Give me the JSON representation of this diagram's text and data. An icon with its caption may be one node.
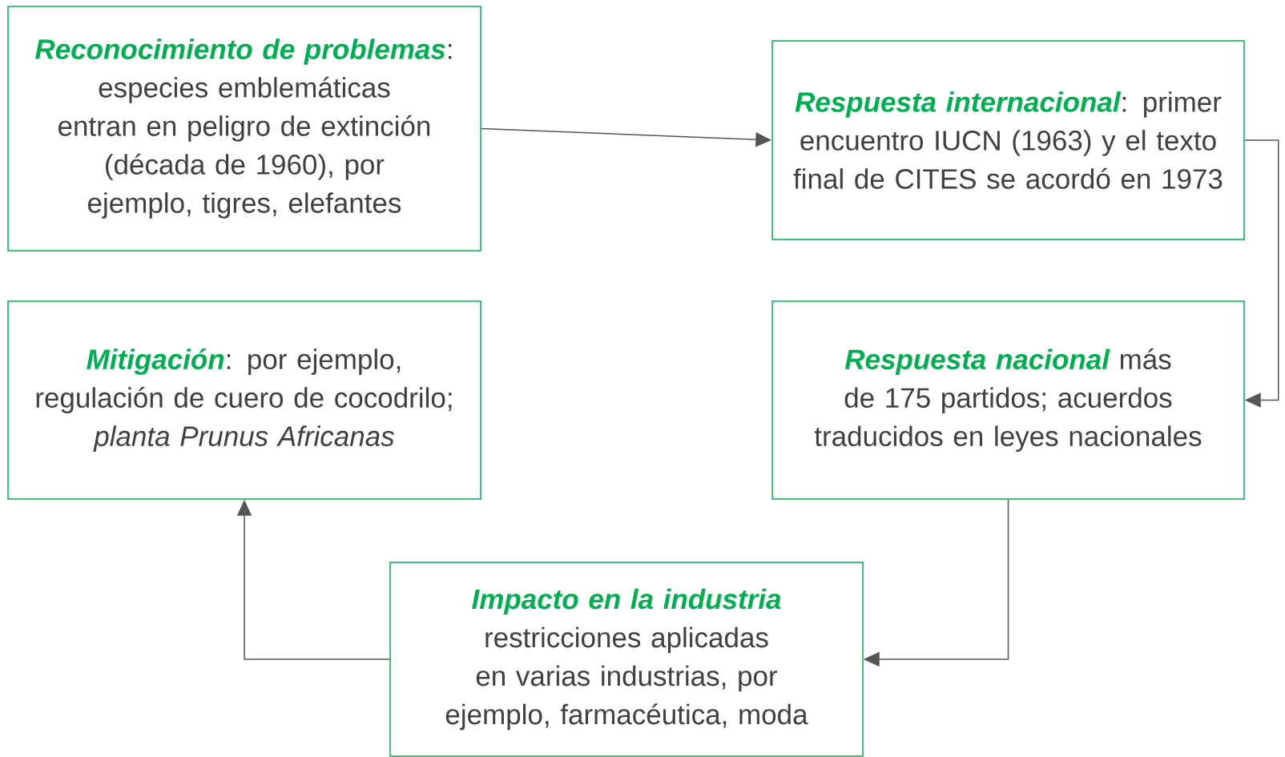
{
  "diagram": {
    "nodes": [
      {
        "text": [
          "Reconocimiento de problemas",
          ": especies emblemáticas entran en peligro de extinción (década de 1960), por ejemplo, tigres, elefantes"
        ]
      },
      {
        "text": [
          "Respuesta internacional",
          ": primer encuentro IUCN (1963) y el texto final de CITES se acordó en 1973"
        ]
      },
      {
        "text": [
          "Mitigación",
          ": por ejemplo, regulación de cuero de cocodrilo; *planta Prunus Africanas*"
        ]
      },
      {
        "text": [
          "Respuesta nacional",
          "más de 175 partidos; acuerdos traducidos en leyes nacionales"
        ]
      },
      {
        "text": [
          "Impacto en la industria",
          "restricciones aplicadas en varias industrias, por ejemplo, farmacéutica, moda"
        ]
      }
    ],
    "edges": [
      {
        "from": 0,
        "to": 1,
        "arrow": "to"
      },
      {
        "from": 1,
        "to": 3,
        "arrow": "to"
      },
      {
        "from": 3,
        "to": 4,
        "arrow": "to"
      },
      {
        "from": 4,
        "to": 2,
        "arrow": "to"
      }
    ]
  }
}
